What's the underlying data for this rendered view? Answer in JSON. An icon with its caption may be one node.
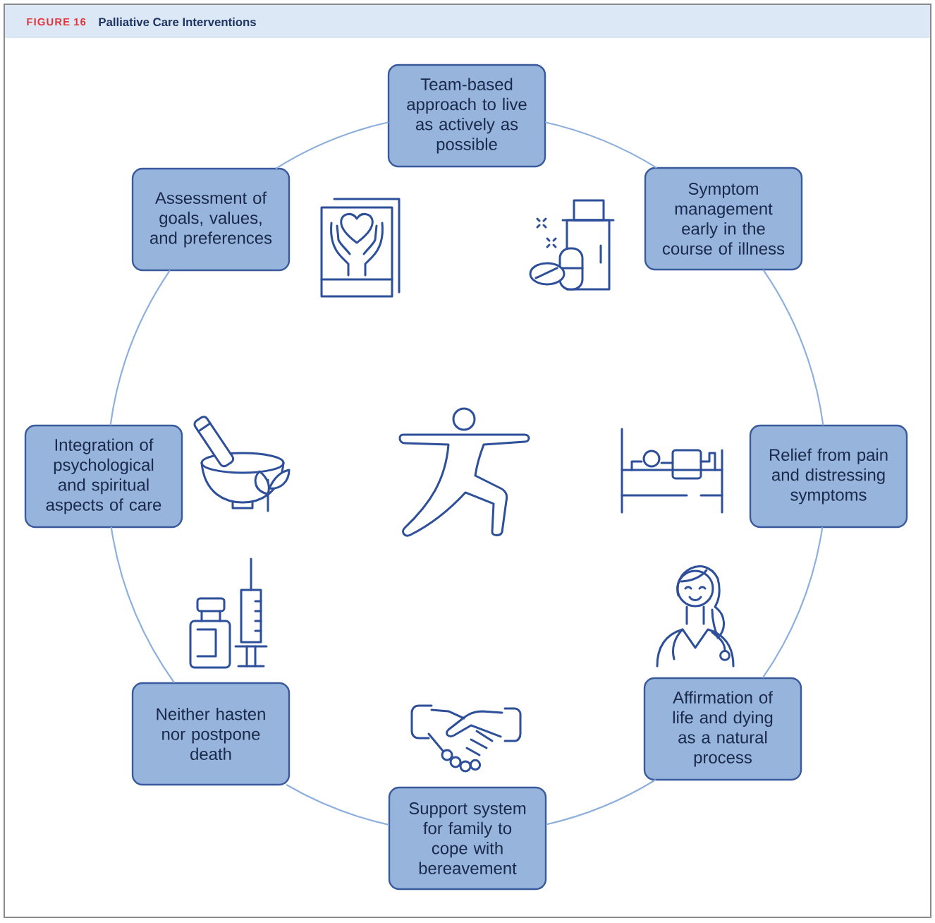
{
  "diagram": {
    "title": "Palliative Care Interventions",
    "nodes": [
      {
        "text": [
          "Team-based approach to live as actively as possible"
        ]
      },
      {
        "text": [
          "Symptom management early in the course of illness"
        ]
      },
      {
        "text": [
          "Relief from pain and distressing symptoms"
        ]
      },
      {
        "text": [
          "Affirmation of life and dying as a natural process"
        ]
      },
      {
        "text": [
          "Support system for family to cope with bereavement"
        ]
      },
      {
        "text": [
          "Neither hasten nor postpone death"
        ]
      },
      {
        "text": [
          "Integration of psychological and spiritual aspects of care"
        ]
      },
      {
        "text": [
          "Assessment of goals, values, and preferences"
        ]
      }
    ],
    "edges": [
      {
        "from": 0,
        "to": 1,
        "arrow": "none"
      },
      {
        "from": 1,
        "to": 2,
        "arrow": "none"
      },
      {
        "from": 2,
        "to": 3,
        "arrow": "none"
      },
      {
        "from": 3,
        "to": 4,
        "arrow": "none"
      },
      {
        "from": 4,
        "to": 5,
        "arrow": "none"
      },
      {
        "from": 5,
        "to": 6,
        "arrow": "none"
      },
      {
        "from": 6,
        "to": 7,
        "arrow": "none"
      },
      {
        "from": 7,
        "to": 0,
        "arrow": "none"
      }
    ],
    "labels": [
      "FIGURE 16"
    ]
  }
}
